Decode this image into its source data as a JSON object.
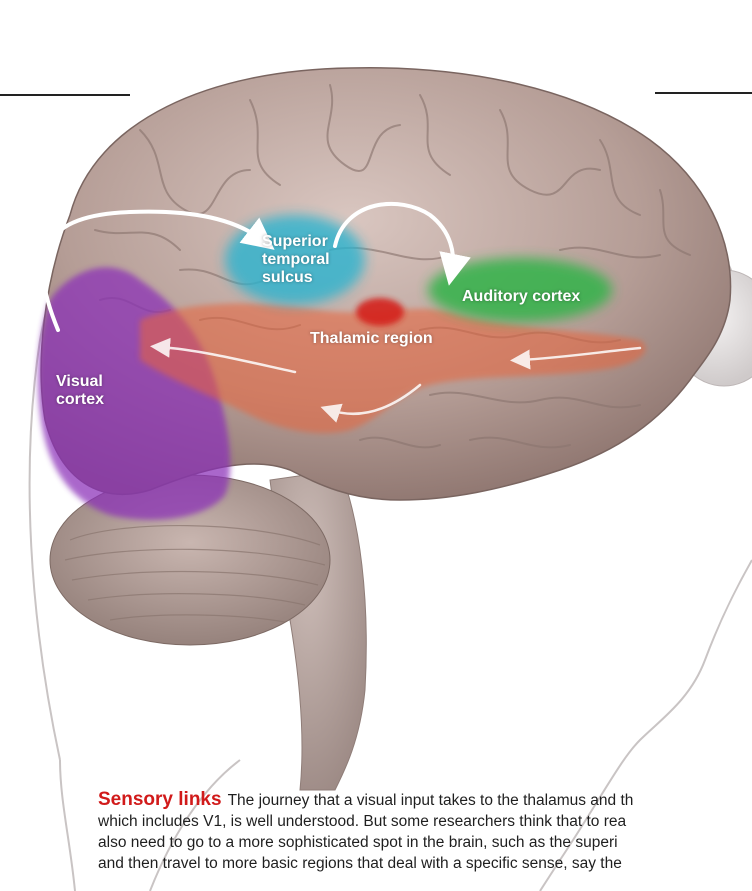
{
  "colors": {
    "visual_cortex": "#8a2fb8",
    "superior_temporal_sulcus": "#2ab3cf",
    "auditory_cortex": "#33b34a",
    "thalamic_region": "#e8633a",
    "thalamus_core": "#d4201a",
    "caption_heading": "#d11a1a",
    "brain": "#b49a94"
  },
  "labels": {
    "superior_temporal_sulcus": [
      "Superior",
      "temporal",
      "sulcus"
    ],
    "auditory_cortex": "Auditory cortex",
    "thalamic_region": "Thalamic region",
    "visual_cortex": [
      "Visual",
      "cortex"
    ]
  },
  "caption": {
    "heading": "Sensory links",
    "lines": [
      "The journey that a visual input takes to the thalamus and th",
      "which includes V1, is well understood. But some researchers think that to rea",
      "also need to go to a more sophisticated spot in the brain, such as the superi",
      "and then travel to more basic regions that deal with a specific sense, say the"
    ]
  }
}
